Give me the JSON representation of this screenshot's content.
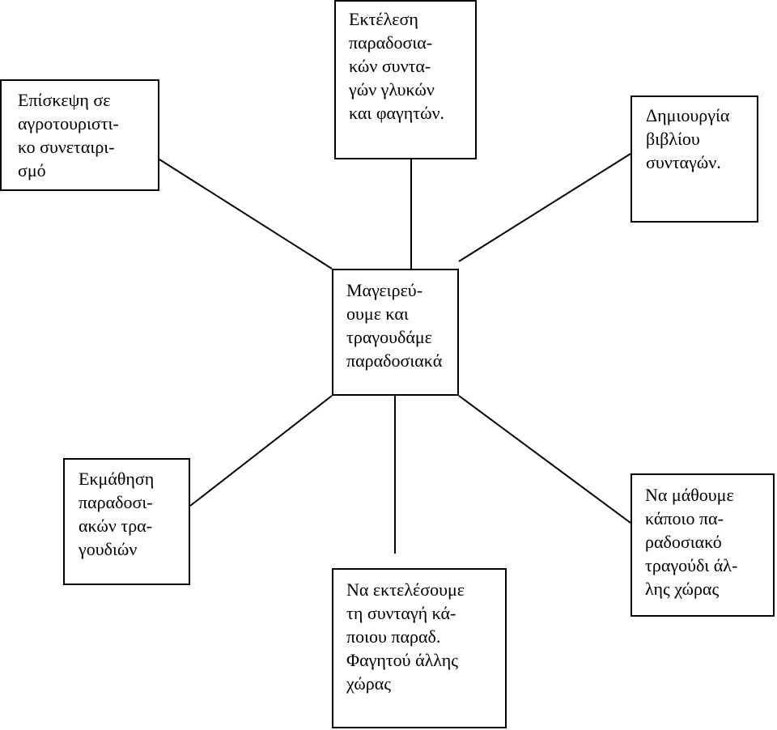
{
  "diagram": {
    "center": {
      "lines": [
        "Μαγειρεύ-",
        "ουμε και",
        "τραγουδάμε",
        "παραδοσιακά"
      ]
    },
    "nodes": {
      "farm": {
        "lines": [
          "Επίσκεψη σε",
          "αγροτουριστι-",
          "κο συνεταιρι-",
          "σμό"
        ]
      },
      "sweets": {
        "lines": [
          "Εκτέλεση",
          "παραδοσια-",
          "κών συντα-",
          "γών γλυκών",
          "και φαγητών."
        ]
      },
      "book": {
        "lines": [
          "Δημιουργία",
          "βιβλίου",
          "συνταγών."
        ]
      },
      "songs": {
        "lines": [
          "Εκμάθηση",
          "παραδοσι-",
          "ακών τρα-",
          "γουδιών"
        ]
      },
      "recipe": {
        "lines": [
          "Να εκτελέσουμε",
          "τη συνταγή κά-",
          "ποιου παραδ.",
          "Φαγητού άλλης",
          "χώρας"
        ]
      },
      "foreign": {
        "lines": [
          "Να μάθουμε",
          "κάποιο πα-",
          "ραδοσιακό",
          "τραγούδι άλ-",
          "λης χώρας"
        ]
      }
    }
  }
}
